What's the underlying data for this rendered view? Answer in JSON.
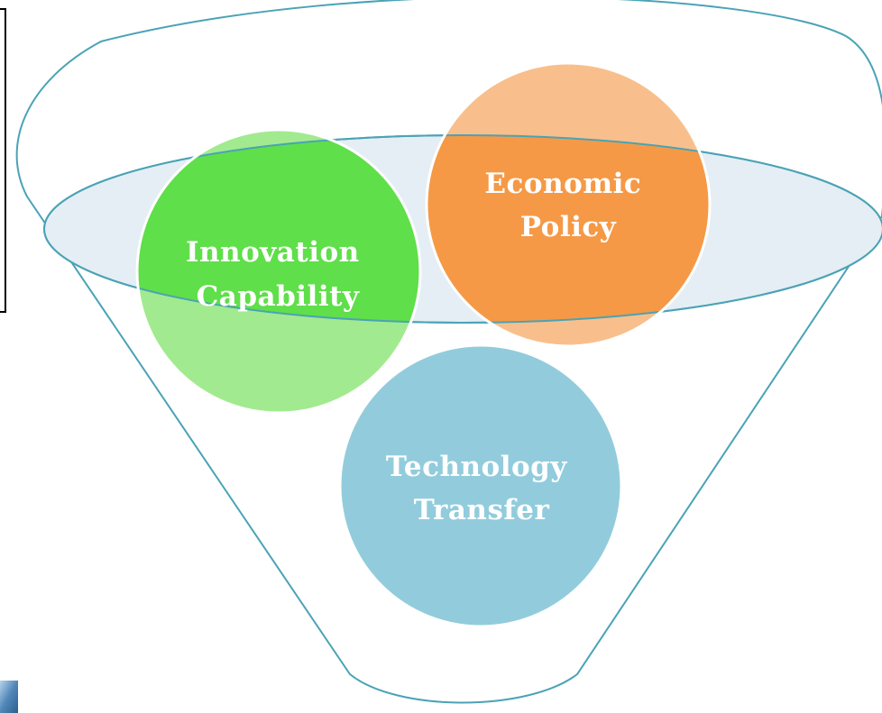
{
  "diagram": {
    "type": "funnel",
    "colors": {
      "outline": "#4aa3b5",
      "rim_fill": "#e4eef4",
      "green": "#5fdf49",
      "green_faded": "#a2ea8f",
      "orange": "#f59946",
      "orange_faded": "#f8bf8c",
      "blue": "#92ccdc",
      "label_text": "#ffffff",
      "frame": "#000000"
    },
    "circles": [
      {
        "id": "innovation",
        "lines": [
          "Innovation",
          "Capability"
        ],
        "color": "#5fdf49",
        "faded_color": "#a2ea8f"
      },
      {
        "id": "economic",
        "lines": [
          "Economic",
          "Policy"
        ],
        "color": "#f59946",
        "faded_color": "#f8bf8c"
      },
      {
        "id": "technology",
        "lines": [
          "Technology",
          "Transfer"
        ],
        "color": "#92ccdc",
        "faded_color": "#92ccdc"
      }
    ]
  }
}
